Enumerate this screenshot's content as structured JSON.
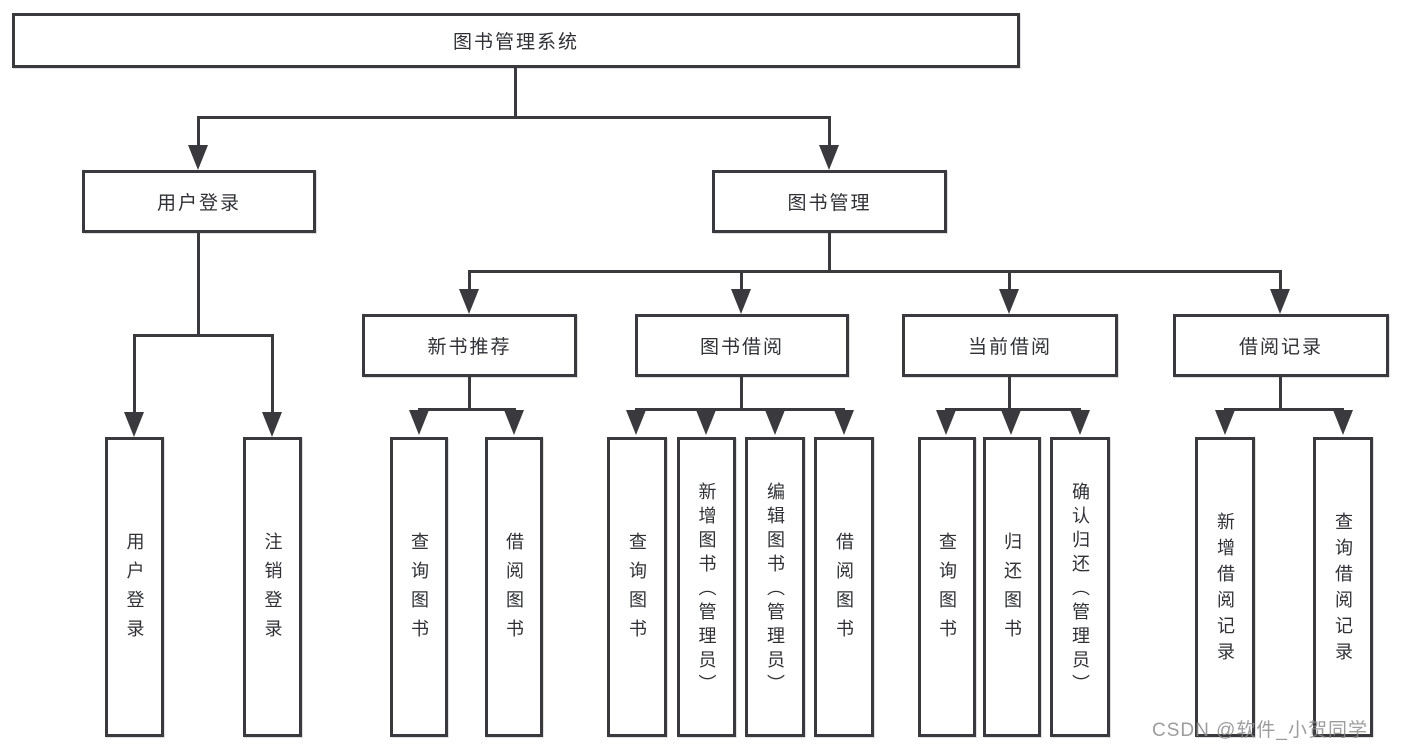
{
  "diagram_title": "图书管理系统",
  "watermark": "CSDN @软件_小贺同学",
  "colors": {
    "line": "#3a3a3e",
    "text": "#2f3136",
    "background": "#ffffff",
    "watermark": "#8c8c8c"
  },
  "tree": {
    "root": {
      "label": "图书管理系统"
    },
    "branches": [
      {
        "label": "用户登录",
        "children": [
          {
            "label": "用户登录"
          },
          {
            "label": "注销登录"
          }
        ]
      },
      {
        "label": "图书管理",
        "children": [
          {
            "label": "新书推荐",
            "children": [
              {
                "label": "查询图书"
              },
              {
                "label": "借阅图书"
              }
            ]
          },
          {
            "label": "图书借阅",
            "children": [
              {
                "label": "查询图书"
              },
              {
                "label": "新增图书（管理员）"
              },
              {
                "label": "编辑图书（管理员）"
              },
              {
                "label": "借阅图书"
              }
            ]
          },
          {
            "label": "当前借阅",
            "children": [
              {
                "label": "查询图书"
              },
              {
                "label": "归还图书"
              },
              {
                "label": "确认归还（管理员）"
              }
            ]
          },
          {
            "label": "借阅记录",
            "children": [
              {
                "label": "新增借阅记录"
              },
              {
                "label": "查询借阅记录"
              }
            ]
          }
        ]
      }
    ]
  }
}
